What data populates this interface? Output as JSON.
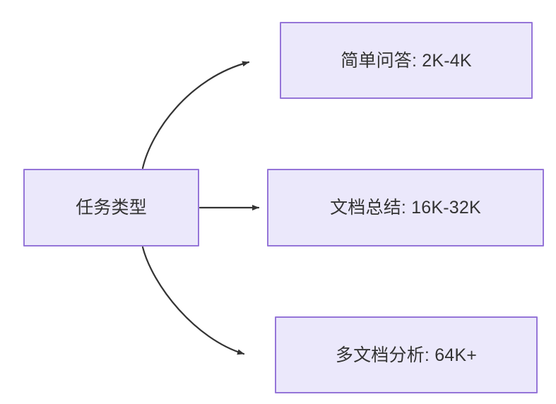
{
  "diagram": {
    "type": "flowchart",
    "direction": "left-to-right",
    "title": "任务类型",
    "colors": {
      "node_fill": "#ebe8fb",
      "node_border": "#9575d8",
      "node_text": "#333333",
      "edge_stroke": "#333333",
      "canvas_background": "#ffffff"
    },
    "nodes": [
      {
        "id": "root",
        "label": "任务类型",
        "role": "source"
      },
      {
        "id": "simple",
        "label": "简单问答: 2K-4K",
        "role": "target"
      },
      {
        "id": "summary",
        "label": "文档总结: 16K-32K",
        "role": "target"
      },
      {
        "id": "multi",
        "label": "多文档分析: 64K+",
        "role": "target"
      }
    ],
    "edges": [
      {
        "from": "root",
        "to": "simple",
        "label": "",
        "shape": "curved",
        "arrowhead": "filled-triangle"
      },
      {
        "from": "root",
        "to": "summary",
        "label": "",
        "shape": "straight",
        "arrowhead": "filled-triangle"
      },
      {
        "from": "root",
        "to": "multi",
        "label": "",
        "shape": "curved",
        "arrowhead": "filled-triangle"
      }
    ]
  }
}
